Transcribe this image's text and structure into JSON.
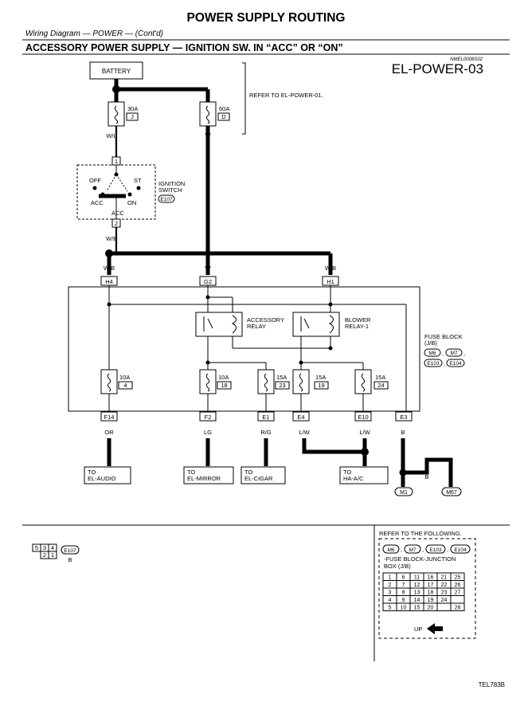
{
  "header": {
    "title": "POWER SUPPLY ROUTING",
    "subtitle": "Wiring Diagram — POWER — (Cont'd)",
    "section": "ACCESSORY POWER SUPPLY — IGNITION SW. IN “ACC” OR “ON”",
    "ref_code": "NMEL0008S02",
    "diagram_id": "EL-POWER-03"
  },
  "battery": {
    "label": "BATTERY"
  },
  "refer_text": "REFER TO EL-POWER-01.",
  "fuses_top": [
    {
      "amp": "30A",
      "code": "J",
      "wire": "W/L"
    },
    {
      "amp": "60A",
      "code": "D",
      "wire": "W"
    }
  ],
  "ignition": {
    "label_line1": "IGNITION",
    "label_line2": "SWITCH",
    "connector": "E107",
    "off": "OFF",
    "st": "ST",
    "acc": "ACC",
    "on": "ON",
    "acc_bottom": "ACC",
    "pin_top": "1",
    "pin_bottom": "2",
    "wire_out": "W/B"
  },
  "top_wires": {
    "left": "W/B",
    "mid": "W",
    "right": "W/B"
  },
  "fuse_block_inputs": [
    "H4",
    "G2",
    "H1"
  ],
  "relays": [
    {
      "line1": "ACCESSORY",
      "line2": "RELAY"
    },
    {
      "line1": "BLOWER",
      "line2": "RELAY-1"
    }
  ],
  "fuse_block": {
    "line1": "FUSE BLOCK",
    "line2": "(J/B)",
    "connectors": [
      "M6",
      "M7",
      "E103",
      "E104"
    ]
  },
  "fuses_block": [
    {
      "amp": "10A",
      "code": "4"
    },
    {
      "amp": "10A",
      "code": "18"
    },
    {
      "amp": "15A",
      "code": "23"
    },
    {
      "amp": "15A",
      "code": "19"
    },
    {
      "amp": "15A",
      "code": "24"
    }
  ],
  "outputs": [
    {
      "term": "F14",
      "wire": "OR"
    },
    {
      "term": "F2",
      "wire": "LG"
    },
    {
      "term": "E1",
      "wire": "R/G"
    },
    {
      "term": "E4",
      "wire": "L/W"
    },
    {
      "term": "E10",
      "wire": "L/W"
    },
    {
      "term": "E3",
      "wire": "B"
    }
  ],
  "destinations": [
    {
      "to": "TO",
      "name": "EL-AUDIO"
    },
    {
      "to": "TO",
      "name": "EL-MIRROR"
    },
    {
      "to": "TO",
      "name": "EL-CIGAR"
    },
    {
      "to": "TO",
      "name": "HA-A/C"
    }
  ],
  "grounds": [
    {
      "name": "M1",
      "wire": "B"
    },
    {
      "name": "M67",
      "wire": "B"
    }
  ],
  "ground_link_wire": "B",
  "connector_legend": {
    "cells": [
      "5",
      "3",
      "4",
      "2",
      "1"
    ],
    "connector": "E107",
    "color": "B"
  },
  "refer_following": {
    "title": "REFER TO THE FOLLOWING.",
    "connectors": [
      "M6",
      "M7",
      "E103",
      "E104"
    ],
    "desc_line1": "-FUSE BLOCK-JUNCTION",
    "desc_line2": "BOX (J/B)",
    "grid": [
      [
        "1",
        "6",
        "11",
        "16",
        "21",
        "25"
      ],
      [
        "2",
        "7",
        "12",
        "17",
        "22",
        "26"
      ],
      [
        "3",
        "8",
        "13",
        "18",
        "23",
        "27"
      ],
      [
        "4",
        "9",
        "14",
        "19",
        "24",
        ""
      ],
      [
        "5",
        "10",
        "15",
        "20",
        "",
        "28"
      ]
    ],
    "up_label": "UP"
  },
  "figure_code": "TEL783B"
}
